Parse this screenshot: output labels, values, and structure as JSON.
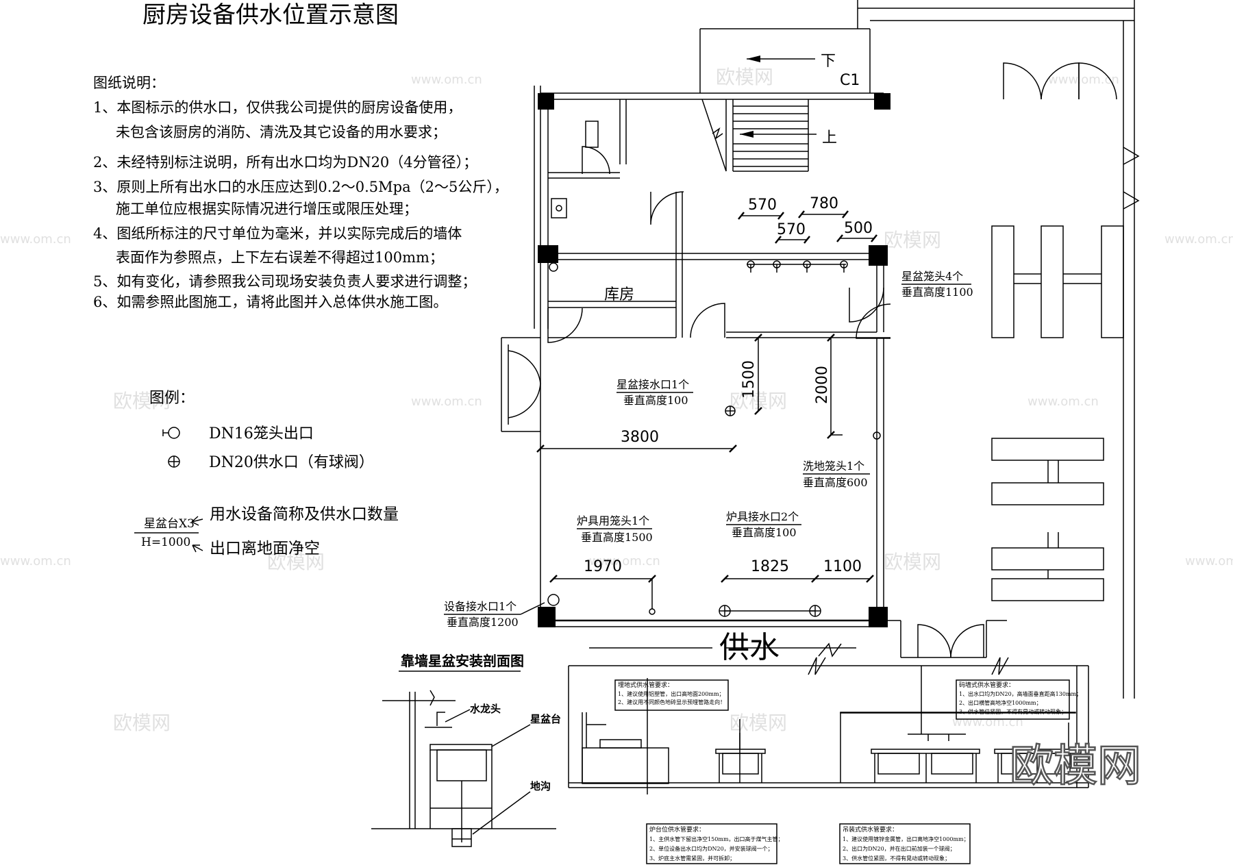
{
  "title": "厨房设备供水位置示意图",
  "notes": {
    "heading": "图纸说明：",
    "lines": [
      "1、本图标示的供水口，仅供我公司提供的厨房设备使用，",
      "　未包含该厨房的消防、清洗及其它设备的用水要求；",
      "2、未经特别标注说明，所有出水口均为DN20（4分管径）；",
      "3、原则上所有出水口的水压应达到0.2～0.5Mpa（2～5公斤），",
      "　施工单位应根据实际情况进行增压或限压处理；",
      "4、图纸所标注的尺寸单位为毫米，并以实际完成后的墙体",
      "　表面作为参照点，上下左右误差不得超过100mm；",
      "5、如有变化，请参照我公司现场安装负责人要求进行调整；",
      "6、如需参照此图施工，请将此图并入总体供水施工图。"
    ]
  },
  "legend": {
    "heading": "图例：",
    "item1": "DN16笼头出口",
    "item2": "DN20供水口（有球阀）",
    "sample_top": "星盆台X3",
    "sample_bottom": "H=1000",
    "desc1": "用水设备简称及供水口数量",
    "desc2": "出口离地面净空"
  },
  "plan": {
    "stair_down": "下",
    "stair_up": "上",
    "door_code": "C1",
    "storage_room": "库房",
    "water_supply": "供水",
    "dims": {
      "d570a": "570",
      "d780": "780",
      "d570b": "570",
      "d500": "500",
      "d1500": "1500",
      "d2000": "2000",
      "d3800": "3800",
      "d1970": "1970",
      "d1825": "1825",
      "d1100": "1100"
    },
    "callouts": {
      "sink_tap_a": "星盆笼头4个",
      "sink_tap_b": "垂直高度1100",
      "sink_inlet_a": "星盆接水口1个",
      "sink_inlet_b": "垂直高度100",
      "floor_tap_a": "洗地笼头1个",
      "floor_tap_b": "垂直高度600",
      "stove_tap_a": "炉具用笼头1个",
      "stove_tap_b": "垂直高度1500",
      "stove_inlet_a": "炉具接水口2个",
      "stove_inlet_b": "垂直高度100",
      "equip_inlet_a": "设备接水口1个",
      "equip_inlet_b": "垂直高度1200"
    }
  },
  "section": {
    "title": "靠墙星盆安装剖面图",
    "faucet": "水龙头",
    "sink_table": "星盆台",
    "floor_drain": "地沟"
  },
  "elevation": {
    "note1_title": "埋地式供水管要求：",
    "note1_l1": "1、建议使用铝塑管，出口高地面200mm；",
    "note1_l2": "2、建议用不同颜色地砖显示预埋管路走向！",
    "note2_title": "码墙式供水管要求：",
    "note2_l1": "1、出水口均为DN20，高墙面垂直距高130mm；",
    "note2_l2": "2、出口横管高地净空1000mm；",
    "note2_l3": "3、供水管位紧固，不得有晃动或转动现象；",
    "note3_title": "炉台位供水管要求：",
    "note3_l1": "1、主供水管下留出净空150mm，出口高于煤气主管；",
    "note3_l2": "2、单位设备出水口均为DN20，并安装球阀一个；",
    "note3_l3": "3、炉底主水管需紧固，并可拆卸；",
    "note4_title": "吊装式供水管要求：",
    "note4_l1": "1、建议使用镀锌金属管，出口离地净空1000mm；",
    "note4_l2": "2、出口为DN20，并在出口前加装一个球阀；",
    "note4_l3": "3、供水管位紧固，不得有晃动或转动现象；"
  },
  "watermark": {
    "brand": "欧模网",
    "site": "www.om.cn"
  }
}
